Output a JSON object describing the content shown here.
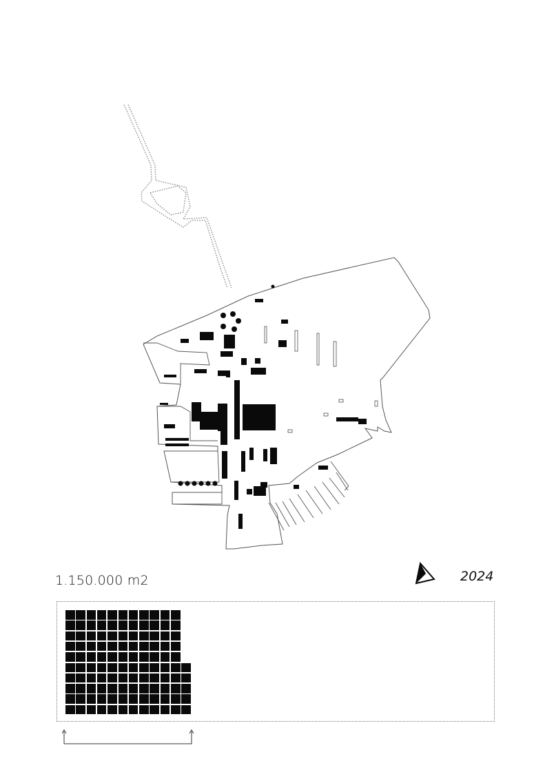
{
  "map": {
    "area_label": "1.150.000 m2",
    "year_label": "2024",
    "north_arrow_icon": "north-arrow-icon",
    "ink_color": "#0a0a0a",
    "outline_color": "#555555"
  },
  "area_grid": {
    "rows": [
      11,
      11,
      11,
      11,
      11,
      12,
      12,
      12,
      12,
      12
    ],
    "unit": "m2"
  }
}
